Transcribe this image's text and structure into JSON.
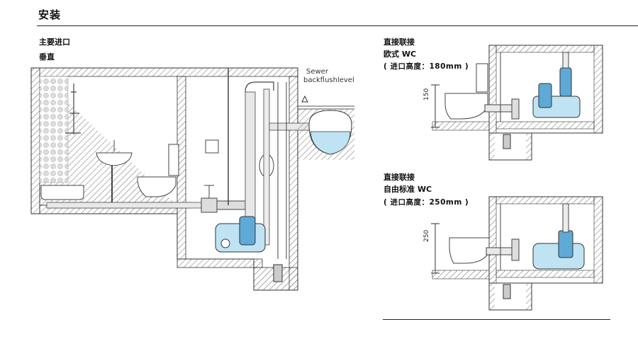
{
  "title": "安装",
  "left": {
    "line1": "主要进口",
    "line2": "垂直",
    "sewer_1": "Sewer",
    "sewer_2": "backflushlevel"
  },
  "top_right": {
    "line1": "直接联接",
    "line2": "欧式  WC",
    "line3": "( 进口高度：180mm )",
    "dim": "150"
  },
  "bottom_right": {
    "line1": "直接联接",
    "line2": "自由标准  WC",
    "line3": "( 进口高度：250mm )",
    "dim": "250"
  },
  "colors": {
    "water": "#bfe3f2",
    "pump": "#5fa9d6",
    "hatch": "#555555",
    "line": "#333333"
  }
}
